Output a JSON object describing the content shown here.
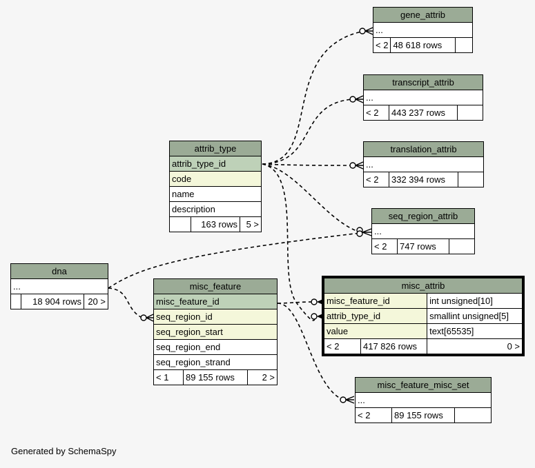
{
  "footer": "Generated by SchemaSpy",
  "tables": {
    "gene_attrib": {
      "name": "gene_attrib",
      "ellipsis": "...",
      "parents": "< 2",
      "rows": "48 618 rows",
      "children": ""
    },
    "transcript_attrib": {
      "name": "transcript_attrib",
      "ellipsis": "...",
      "parents": "< 2",
      "rows": "443 237 rows",
      "children": ""
    },
    "translation_attrib": {
      "name": "translation_attrib",
      "ellipsis": "...",
      "parents": "< 2",
      "rows": "332 394 rows",
      "children": ""
    },
    "seq_region_attrib": {
      "name": "seq_region_attrib",
      "ellipsis": "...",
      "parents": "< 2",
      "rows": "747 rows",
      "children": ""
    },
    "attrib_type": {
      "name": "attrib_type",
      "columns": [
        "attrib_type_id",
        "code",
        "name",
        "description"
      ],
      "parents": "",
      "rows": "163 rows",
      "children": "5 >"
    },
    "dna": {
      "name": "dna",
      "ellipsis": "...",
      "parents": "",
      "rows": "18 904 rows",
      "children": "20 >"
    },
    "misc_feature": {
      "name": "misc_feature",
      "columns": [
        "misc_feature_id",
        "seq_region_id",
        "seq_region_start",
        "seq_region_end",
        "seq_region_strand"
      ],
      "parents": "< 1",
      "rows": "89 155 rows",
      "children": "2 >"
    },
    "misc_attrib": {
      "name": "misc_attrib",
      "columns": [
        {
          "name": "misc_feature_id",
          "type": "int unsigned[10]"
        },
        {
          "name": "attrib_type_id",
          "type": "smallint unsigned[5]"
        },
        {
          "name": "value",
          "type": "text[65535]"
        }
      ],
      "parents": "< 2",
      "rows": "417 826 rows",
      "children": "0 >"
    },
    "misc_feature_misc_set": {
      "name": "misc_feature_misc_set",
      "ellipsis": "...",
      "parents": "< 2",
      "rows": "89 155 rows",
      "children": ""
    }
  }
}
